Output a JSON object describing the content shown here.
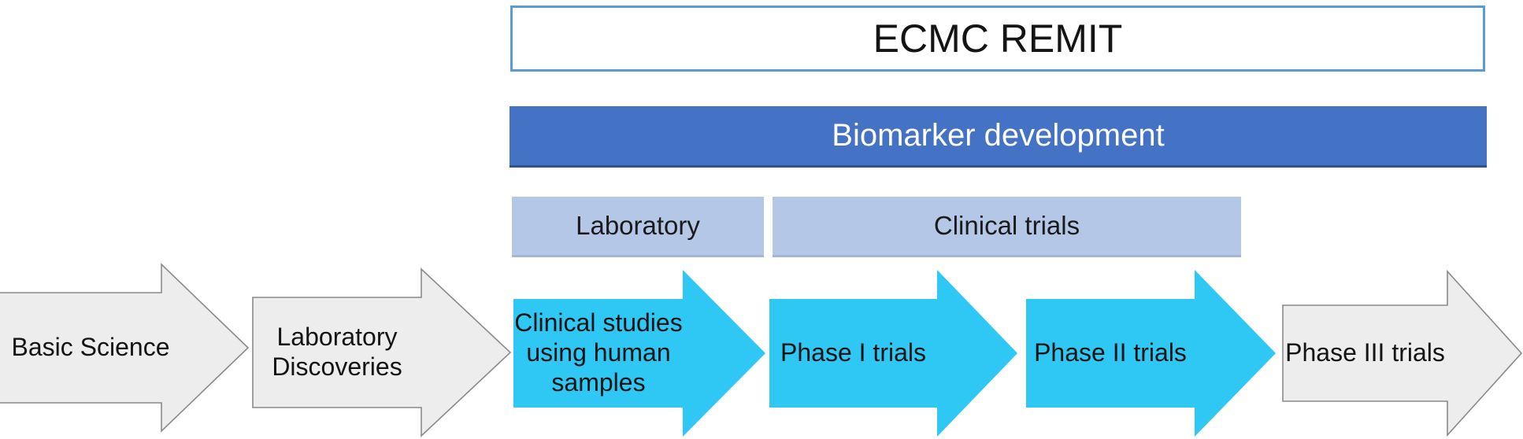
{
  "title_box": {
    "label": "ECMC REMIT"
  },
  "biomarker_bar": {
    "label": "Biomarker development"
  },
  "stage_bars": [
    {
      "label": "Laboratory"
    },
    {
      "label": "Clinical trials"
    }
  ],
  "pipeline_arrows": [
    {
      "label": "Basic Science",
      "style": "gray"
    },
    {
      "label": "Laboratory Discoveries",
      "style": "gray"
    },
    {
      "label": "Clinical studies using human samples",
      "style": "cyan"
    },
    {
      "label": "Phase I trials",
      "style": "cyan"
    },
    {
      "label": "Phase II trials",
      "style": "cyan"
    },
    {
      "label": "Phase III trials",
      "style": "gray"
    }
  ],
  "colors": {
    "remit_border": "#5B9BD5",
    "biomarker_fill": "#4472C4",
    "biomarker_edge": "#2E5192",
    "stage_fill": "#B4C7E7",
    "arrow_gray_fill": "#EDEDED",
    "arrow_gray_border": "#8A8A8A",
    "arrow_cyan_fill": "#2FC7F3",
    "text_dark": "#141414",
    "text_light": "#FFFFFF"
  }
}
